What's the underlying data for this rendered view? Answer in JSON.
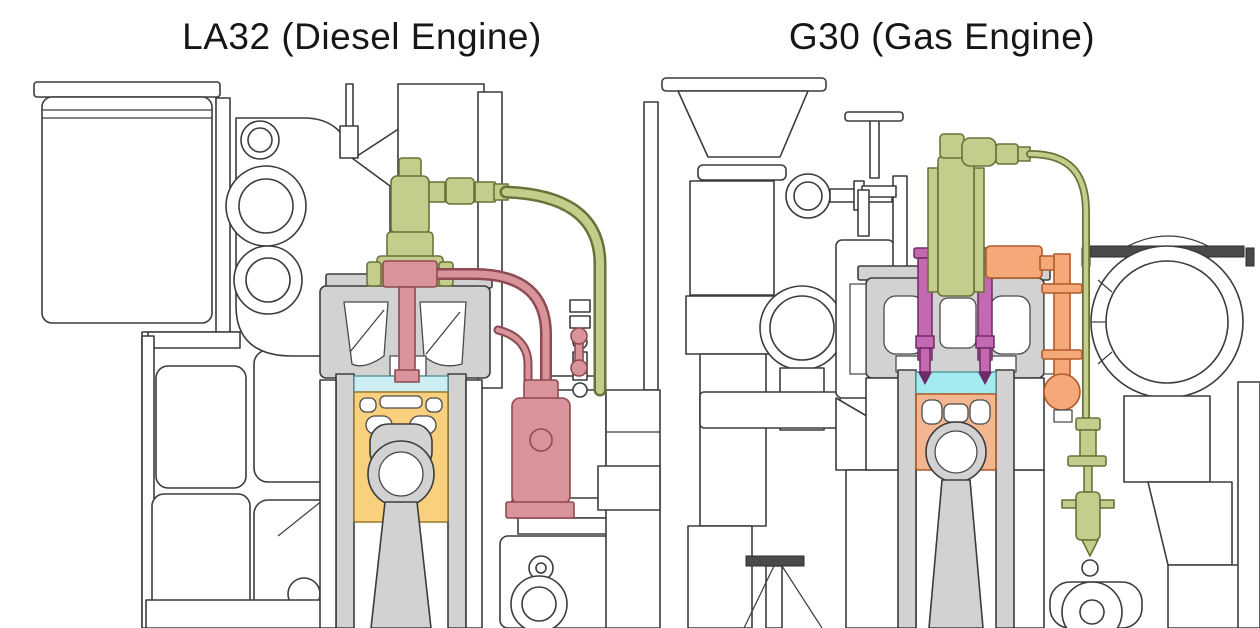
{
  "page": {
    "background": "#ffffff"
  },
  "panels": [
    {
      "id": "la32",
      "title": "LA32 (Diesel Engine)"
    },
    {
      "id": "g30",
      "title": "G30 (Gas Engine)"
    }
  ],
  "colors": {
    "line": "#3c3c3c",
    "gray_casting": "#d2d2d2",
    "dark_bar": "#4a4a4a",
    "olive": "#c4cd8c",
    "olive_dark": "#6a7239",
    "pink": "#d9939b",
    "pink_dark": "#8e4a52",
    "yellow_piston": "#f8d07e",
    "cyan_la32": "#cdeef2",
    "cyan_g30": "#a2ecf0",
    "orange": "#f5a878",
    "orange_piston": "#f3b78f",
    "magenta": "#c468b2",
    "magenta_dark": "#6e2a66"
  }
}
